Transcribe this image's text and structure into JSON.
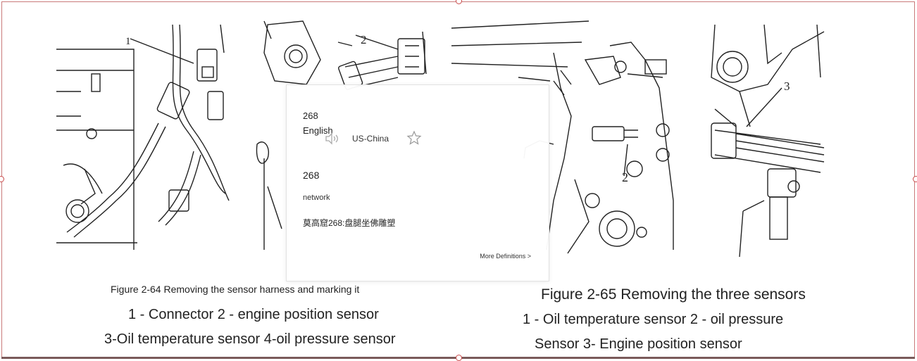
{
  "figures": {
    "left_callouts": [
      "1",
      "2"
    ],
    "right_callouts": [
      "3",
      "2"
    ]
  },
  "popup": {
    "word": "268",
    "language": "English",
    "region": "US-China",
    "speaker_icon": "speaker-icon",
    "favorite_icon": "star-icon",
    "term": "268",
    "part_of_speech": "network",
    "example": "莫高窟268:盘腿坐佛雕塑",
    "more_link": "More Definitions >"
  },
  "captions": {
    "left_title": "Figure 2-64 Removing the sensor harness and marking it",
    "left_line1": "1 - Connector 2 - engine position sensor",
    "left_line2": "3-Oil temperature sensor 4-oil pressure sensor",
    "right_title": "Figure 2-65 Removing the three sensors",
    "right_line1": "1 - Oil temperature sensor 2 - oil pressure",
    "right_line2": "Sensor 3- Engine position sensor"
  },
  "colors": {
    "frame": "#c97a7a",
    "handle": "#c94a4a",
    "popup_border": "#e2e2e2"
  }
}
